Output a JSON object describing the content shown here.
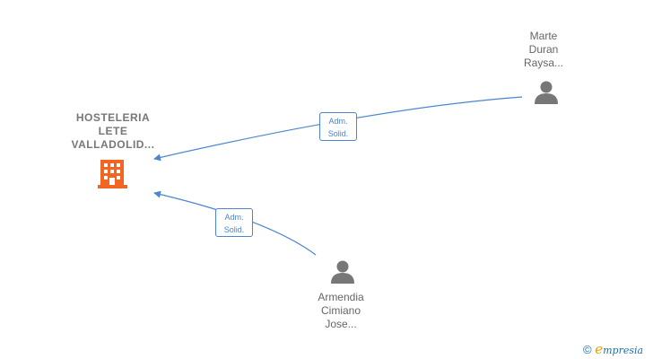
{
  "company": {
    "name_lines": [
      "HOSTELERIA",
      "LETE",
      "VALLADOLID..."
    ],
    "icon": "building-icon",
    "color": "#f26522"
  },
  "people": [
    {
      "name_lines": [
        "Marte",
        "Duran",
        "Raysa..."
      ],
      "icon": "person-icon",
      "role_lines": [
        "Adm.",
        "Solid."
      ]
    },
    {
      "name_lines": [
        "Armendia",
        "Cimiano",
        "Jose..."
      ],
      "icon": "person-icon",
      "role_lines": [
        "Adm.",
        "Solid."
      ]
    }
  ],
  "colors": {
    "edge": "#4a86d0",
    "person": "#777777"
  },
  "brand": {
    "copyright": "©",
    "initial": "e",
    "rest": "mpresia"
  }
}
